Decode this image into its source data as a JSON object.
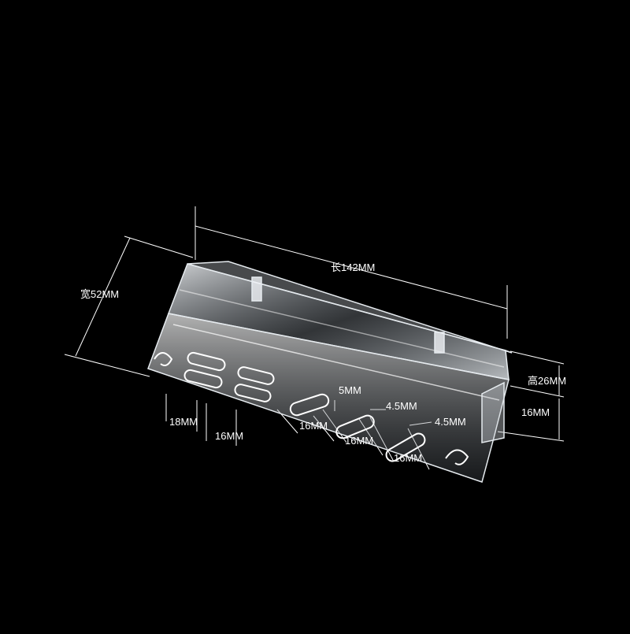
{
  "dimensions": {
    "length": "长142MM",
    "width": "宽52MM",
    "height": "高26MM",
    "leg_height": "16MM",
    "slot_a_width": "18MM",
    "slot_b_width": "16MM",
    "slot_c_width": "16MM",
    "slot_d_width": "16MM",
    "slot_e_width": "16MM",
    "slot_gap_top": "5MM",
    "slot_gap_middle": "4.5MM",
    "slot_gap_right": "4.5MM"
  },
  "colors": {
    "background": "#000000",
    "line": "#ffffff",
    "acrylic": "#d8dde3"
  }
}
